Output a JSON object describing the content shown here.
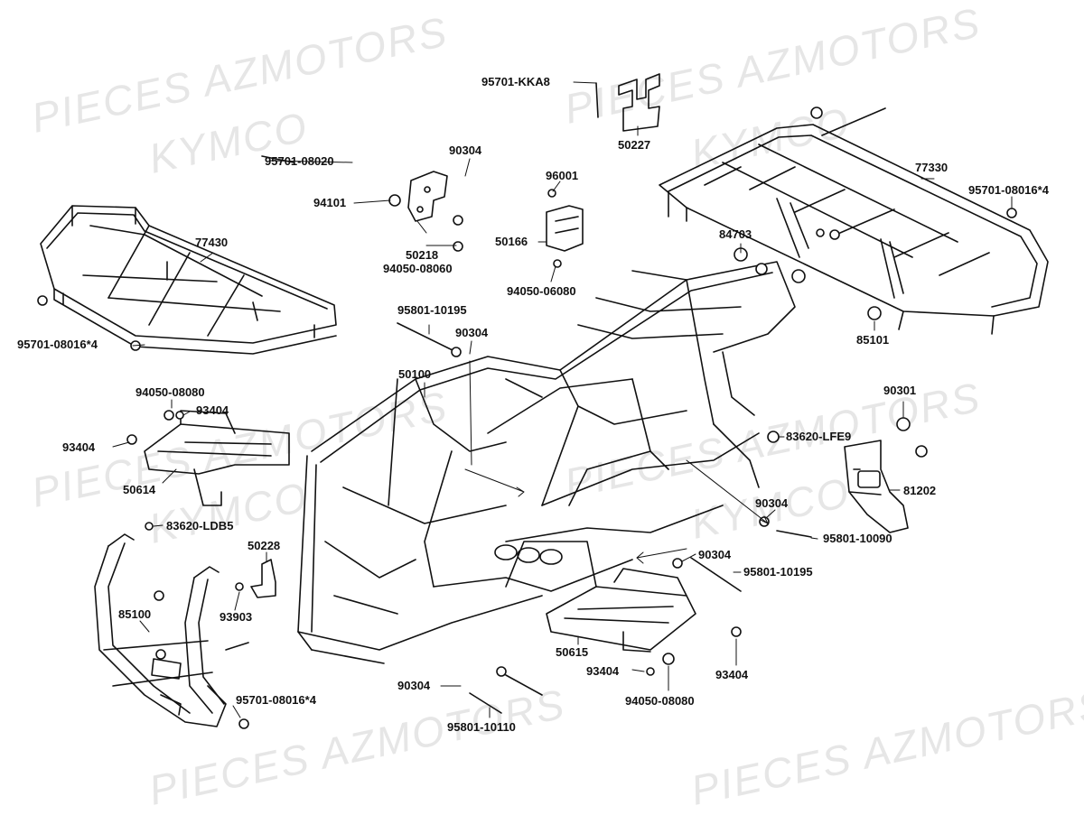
{
  "watermark": {
    "line1": "PIECES AZMOTORS",
    "line2": "KYMCO"
  },
  "parts": {
    "p95701_kka8": "95701-KKA8",
    "p50227": "50227",
    "p90304_top": "90304",
    "p95701_08020": "95701-08020",
    "p96001": "96001",
    "p77330": "77330",
    "p95701_08016x4_right": "95701-08016*4",
    "p94101": "94101",
    "p50166": "50166",
    "p77430": "77430",
    "p50218": "50218",
    "p94050_08060": "94050-08060",
    "p84703": "84703",
    "p94050_06080": "94050-06080",
    "p95701_08016x4_left": "95701-08016*4",
    "p95801_10195_top": "95801-10195",
    "p85101": "85101",
    "p90304_mid": "90304",
    "p50100": "50100",
    "p94050_08080_left": "94050-08080",
    "p93404_a": "93404",
    "p90301": "90301",
    "p83620_lfe9": "83620-LFE9",
    "p93404_b": "93404",
    "p81202": "81202",
    "p50614": "50614",
    "p90304_right": "90304",
    "p83620_ldb5": "83620-LDB5",
    "p95801_10090": "95801-10090",
    "p50228": "50228",
    "p90304_lower": "90304",
    "p95801_10195_low": "95801-10195",
    "p93903": "93903",
    "p85100": "85100",
    "p50615": "50615",
    "p93404_c": "93404",
    "p93404_d": "93404",
    "p95701_08016x4_bottom": "95701-08016*4",
    "p90304_bottom": "90304",
    "p94050_08080_bottom": "94050-08080",
    "p95801_10110": "95801-10110"
  }
}
